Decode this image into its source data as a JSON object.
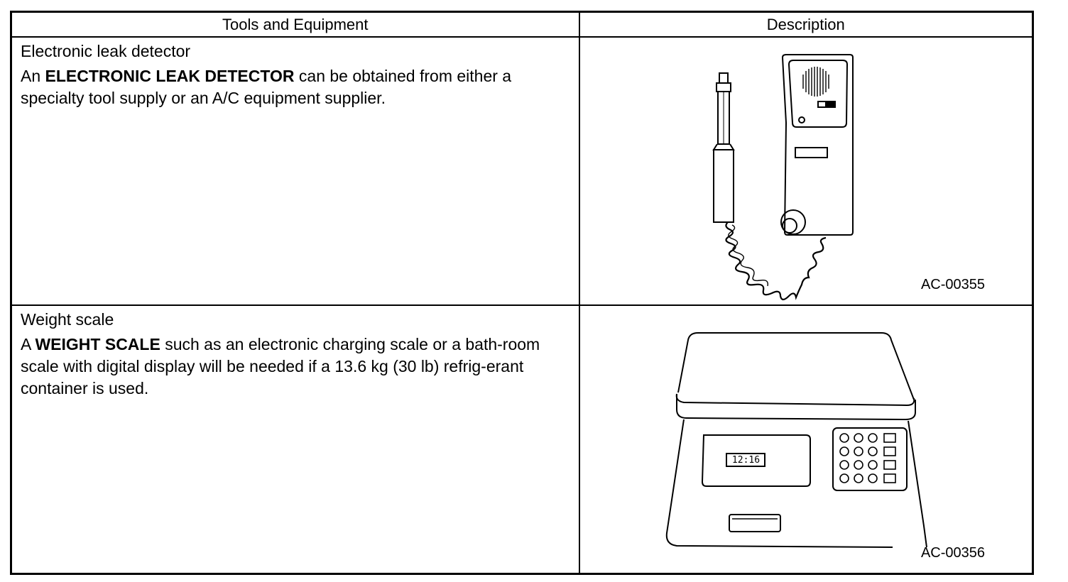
{
  "table": {
    "headers": {
      "tools": "Tools and Equipment",
      "description": "Description"
    },
    "rows": [
      {
        "name": "Electronic leak detector",
        "desc_pre": "An ",
        "desc_bold": "ELECTRONIC LEAK DETECTOR",
        "desc_post": " can be obtained from either a specialty tool supply or an A/C equipment supplier.",
        "figure_code": "AC-00355",
        "figure_icon": "leak-detector-illustration"
      },
      {
        "name": "Weight scale",
        "desc_pre": "A ",
        "desc_bold": "WEIGHT SCALE",
        "desc_post": " such as an electronic charging scale or a bath-room scale with digital display will be needed if a 13.6 kg (30 lb) refrig-erant container is used.",
        "figure_code": "AC-00356",
        "figure_icon": "weight-scale-illustration",
        "display_reading": "12:16"
      }
    ]
  }
}
